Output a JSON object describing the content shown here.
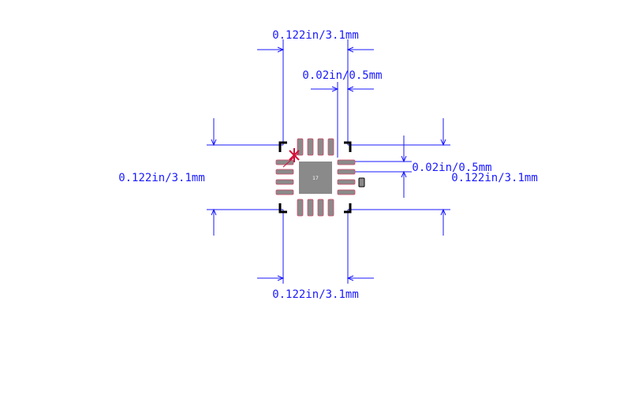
{
  "dimensions": {
    "top_width": "0.122in/3.1mm",
    "pitch_top": "0.02in/0.5mm",
    "left_height": "0.122in/3.1mm",
    "pitch_right": "0.02in/0.5mm",
    "right_height": "0.122in/3.1mm",
    "bottom_width": "0.122in/3.1mm"
  },
  "pads": {
    "thermal_pad_label": "17",
    "count_per_side": 4
  },
  "colors": {
    "dimension": "#1a1aff",
    "pad": "#8a8a8a",
    "pad_outline": "#d24a6a",
    "corner_marks": "#000000",
    "pin1_marker": "#d0103a"
  }
}
